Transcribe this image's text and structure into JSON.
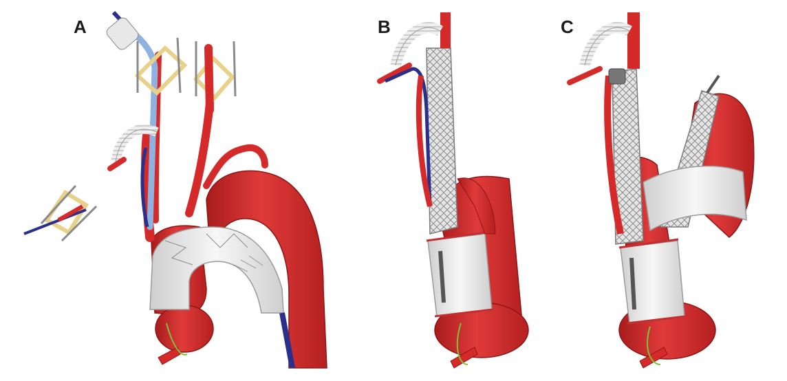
{
  "panels": [
    {
      "label": "A"
    },
    {
      "label": "B"
    },
    {
      "label": "C"
    }
  ],
  "colors": {
    "artery": "#d42a2a",
    "artery_dark": "#a81c1c",
    "artery_light": "#e86a6a",
    "vein_blue": "#2a2f8c",
    "catheter_blue": "#8fb3e0",
    "graft_white": "#f2f2f2",
    "stent_gray": "#b8b8b8",
    "clamp_gray": "#8a8a8a",
    "suture_tan": "#e8d28a",
    "wire_green": "#7cc23a"
  }
}
